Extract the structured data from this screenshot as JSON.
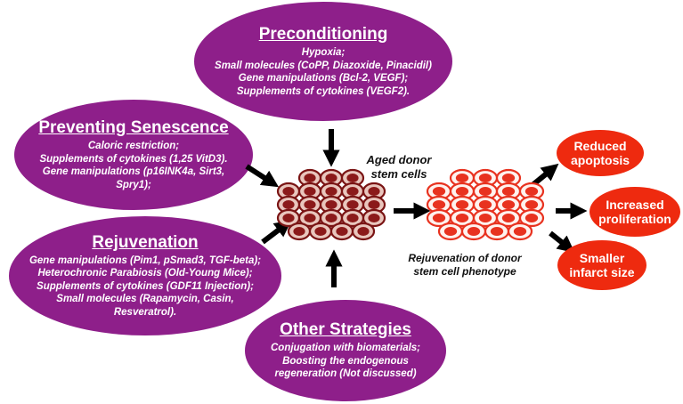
{
  "preconditioning": {
    "title": "Preconditioning",
    "lines": [
      "Hypoxia;",
      "Small molecules (CoPP, Diazoxide, Pinacidil)",
      "Gene manipulations (Bcl-2, VEGF);",
      "Supplements of cytokines (VEGF2)."
    ]
  },
  "preventing_senescence": {
    "title": "Preventing Senescence",
    "lines": [
      "Caloric restriction;",
      "Supplements of cytokines (1,25 VitD3).",
      "Gene manipulations (p16INK4a, Sirt3,",
      "Spry1);"
    ]
  },
  "rejuvenation": {
    "title": "Rejuvenation",
    "lines": [
      "Gene manipulations (Pim1, pSmad3, TGF-beta);",
      "Heterochronic Parabiosis (Old-Young Mice);",
      "Supplements of cytokines (GDF11 Injection);",
      "Small molecules (Rapamycin, Casin,",
      "Resveratrol)."
    ]
  },
  "other_strategies": {
    "title": "Other Strategies",
    "lines": [
      "Conjugation with biomaterials;",
      "Boosting the endogenous",
      "regeneration (Not discussed)"
    ]
  },
  "aged_label": [
    "Aged donor",
    "stem cells"
  ],
  "rejuvenated_label": [
    "Rejuvenation of donor",
    "stem cell phenotype"
  ],
  "outcomes": [
    {
      "lines": [
        "Reduced",
        "apoptosis"
      ]
    },
    {
      "lines": [
        "Increased",
        "proliferation"
      ]
    },
    {
      "lines": [
        "Smaller",
        "infarct size"
      ]
    }
  ],
  "colors": {
    "ellipse": "#8e1f8a",
    "outcome": "#ee2a0f",
    "aged_cell": "#8b1a1a",
    "young_cell": "#e8321f"
  }
}
